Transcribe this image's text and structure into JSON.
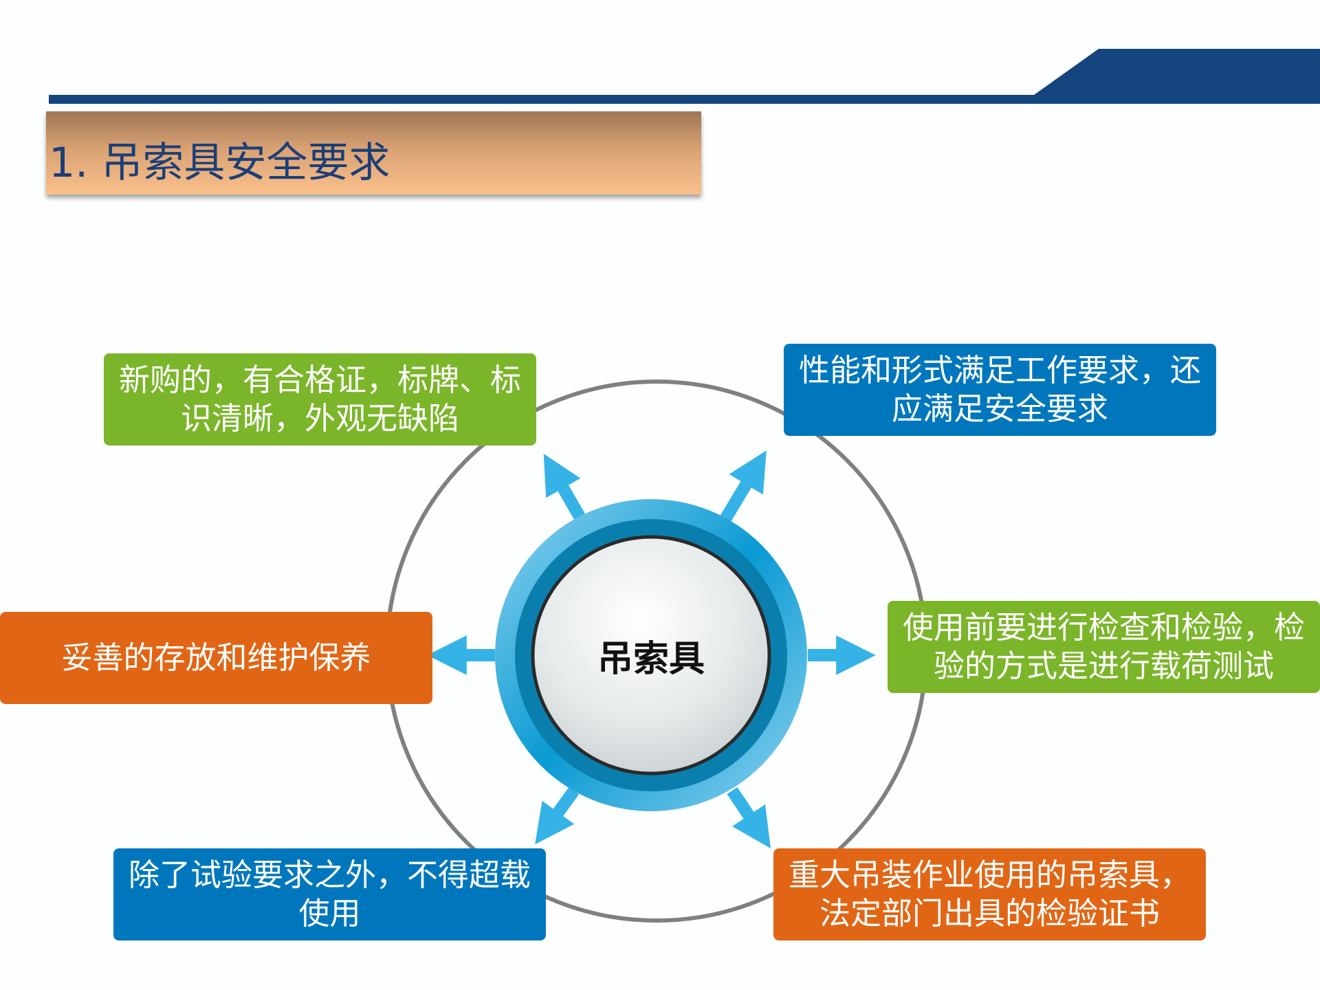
{
  "title": "1. 吊索具安全要求",
  "center": "吊索具",
  "items": [
    {
      "text": "新购的，有合格证，标牌、标识清晰，外观无缺陷",
      "color": "#7bb52a"
    },
    {
      "text": "性能和形式满足工作要求，还应满足安全要求",
      "color": "#0077bc"
    },
    {
      "text": "妥善的存放和维护保养",
      "color": "#e06616"
    },
    {
      "text": "使用前要进行检查和检验，检验的方式是进行载荷测试",
      "color": "#7bb52a"
    },
    {
      "text": "除了试验要求之外，不得超载使用",
      "color": "#0077bc"
    },
    {
      "text": "重大吊装作业使用的吊索具，法定部门出具的检验证书",
      "color": "#e06616"
    }
  ],
  "colors": {
    "header_band": "#14457e",
    "arrow": "#35b3e6",
    "ring": "#808080"
  }
}
